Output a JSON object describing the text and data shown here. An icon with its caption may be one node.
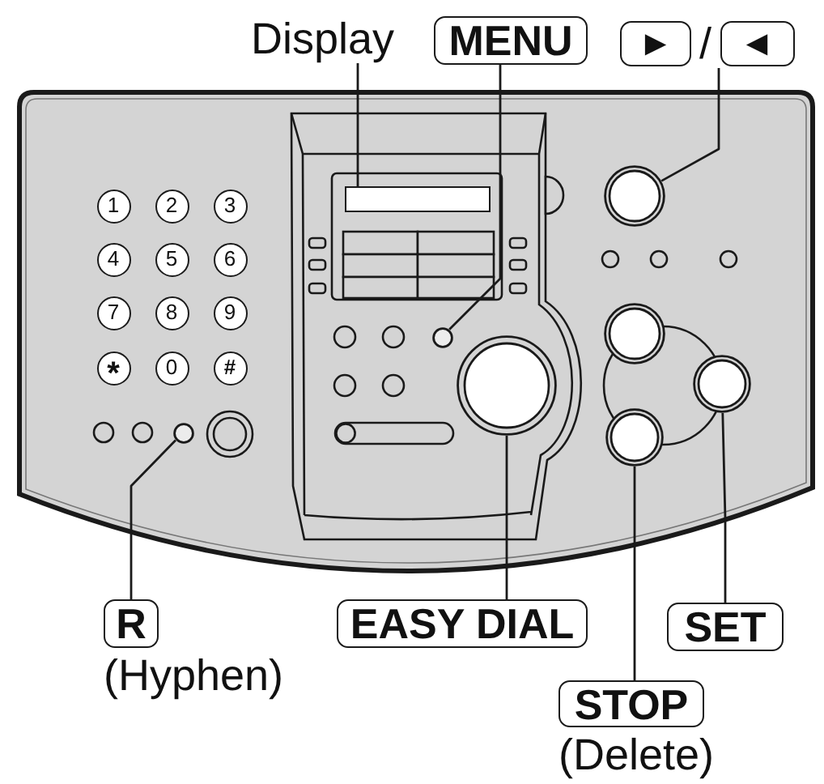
{
  "diagram": {
    "nodes": [
      {
        "text": [
          "Display"
        ]
      },
      {
        "text": [
          "MENU"
        ]
      },
      {
        "text": [
          "►",
          "/",
          "◄"
        ]
      },
      {
        "text": [
          "1"
        ]
      },
      {
        "text": [
          "2"
        ]
      },
      {
        "text": [
          "3"
        ]
      },
      {
        "text": [
          "4"
        ]
      },
      {
        "text": [
          "5"
        ]
      },
      {
        "text": [
          "6"
        ]
      },
      {
        "text": [
          "7"
        ]
      },
      {
        "text": [
          "8"
        ]
      },
      {
        "text": [
          "9"
        ]
      },
      {
        "text": [
          "*"
        ]
      },
      {
        "text": [
          "0"
        ]
      },
      {
        "text": [
          "#"
        ]
      },
      {
        "text": [
          "R"
        ],
        "beside": [
          "(Hyphen)"
        ]
      },
      {
        "text": [
          "EASY DIAL"
        ]
      },
      {
        "text": [
          "SET"
        ]
      },
      {
        "text": [
          "STOP"
        ],
        "beside": [
          "(Delete)"
        ]
      },
      {
        "text": [],
        "shape": "box"
      },
      {
        "text": [],
        "shape": "circle"
      },
      {
        "text": [],
        "shape": "circle"
      },
      {
        "text": [],
        "shape": "circle"
      },
      {
        "text": [],
        "shape": "circle"
      },
      {
        "text": [],
        "shape": "circle"
      },
      {
        "text": [],
        "shape": "circle"
      },
      {
        "text": [],
        "shape": "circle"
      }
    ],
    "edges": [
      {
        "from": 0,
        "to": 19,
        "arrow": "none"
      },
      {
        "from": 1,
        "to": 20,
        "arrow": "none"
      },
      {
        "from": 2,
        "to": 21,
        "arrow": "none"
      },
      {
        "from": 15,
        "to": 22,
        "arrow": "none"
      },
      {
        "from": 16,
        "to": 23,
        "arrow": "none"
      },
      {
        "from": 17,
        "to": 25,
        "arrow": "none"
      },
      {
        "from": 18,
        "to": 26,
        "arrow": "none"
      }
    ]
  }
}
